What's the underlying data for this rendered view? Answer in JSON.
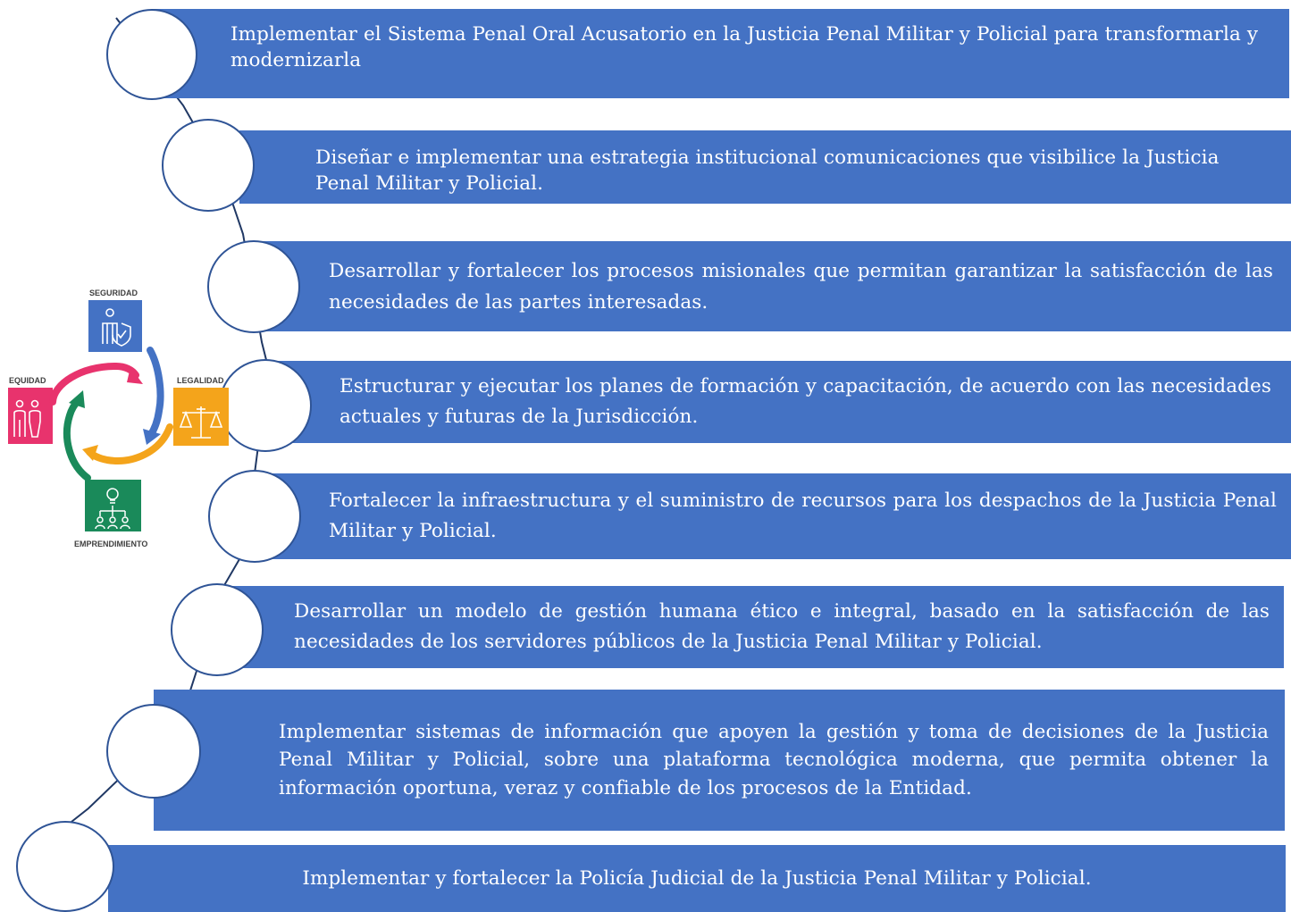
{
  "items": [
    {
      "text": "Implementar el Sistema Penal Oral Acusatorio en la Justicia Penal Militar y Policial para transformarla y modernizarla"
    },
    {
      "text": "Diseñar e implementar una estrategia institucional comunicaciones que visibilice la Justicia Penal Militar y Policial."
    },
    {
      "text": "Desarrollar y fortalecer los procesos misionales que permitan garantizar la satisfacción de las necesidades de las partes interesadas."
    },
    {
      "text": "Estructurar y ejecutar los planes de formación y capacitación, de acuerdo con las necesidades actuales y futuras de la Jurisdicción."
    },
    {
      "text": "Fortalecer la infraestructura y el suministro de recursos para los despachos de la Justicia Penal Militar y Policial."
    },
    {
      "text": "Desarrollar un modelo de gestión humana ético e integral, basado en la satisfacción de las necesidades de los servidores públicos de la Justicia Penal Militar y Policial."
    },
    {
      "text": "Implementar sistemas de información que apoyen la gestión y toma de decisiones de la Justicia Penal Militar y Policial, sobre una plataforma tecnológica moderna, que permita obtener la información oportuna, veraz y confiable de los procesos de la Entidad."
    },
    {
      "text": "Implementar y fortalecer la Policía Judicial de la Justicia Penal Militar y Policial."
    }
  ],
  "values_graphic": {
    "top_label": "SEGURIDAD",
    "left_label": "EQUIDAD",
    "right_label": "LEGALIDAD",
    "bottom_label": "EMPRENDIMIENTO",
    "top_color": "#4472c4",
    "left_color": "#e8336d",
    "right_color": "#f4a41b",
    "bottom_color": "#1a8a5a",
    "icons": [
      "person-shield-icon",
      "two-people-icon",
      "scales-icon",
      "lightbulb-network-icon"
    ]
  },
  "colors": {
    "bar_fill": "#4472c4",
    "bar_text": "#ffffff",
    "circle_fill": "#ffffff",
    "circle_stroke": "#2f5496",
    "connector": "#203864"
  }
}
